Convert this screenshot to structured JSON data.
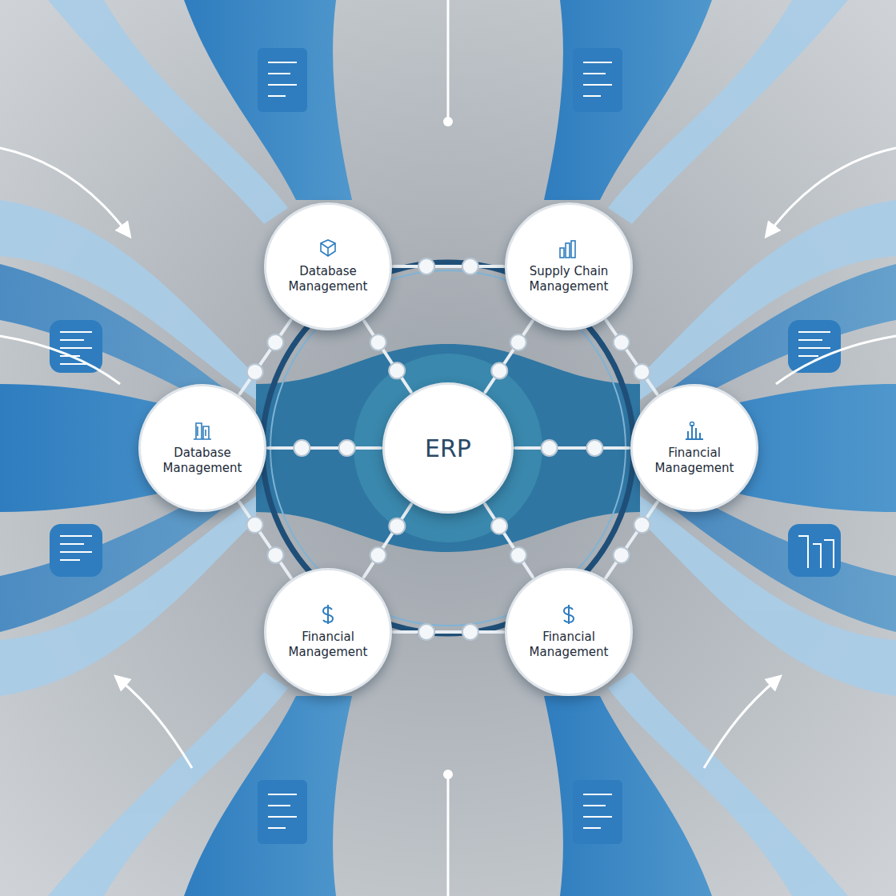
{
  "diagram": {
    "nodes": [
      {
        "text": [
          "Database Management"
        ]
      },
      {
        "text": [
          "Supply Chain Management"
        ]
      },
      {
        "text": [
          "Database Management"
        ]
      },
      {
        "text": [
          "ERP"
        ]
      },
      {
        "text": [
          "Financial Management"
        ]
      },
      {
        "text": [
          "Financial Management"
        ]
      },
      {
        "text": [
          "Financial Management"
        ]
      }
    ],
    "edges": [
      {
        "from": 0,
        "to": 1,
        "arrow": "none"
      },
      {
        "from": 0,
        "to": 2,
        "arrow": "none"
      },
      {
        "from": 1,
        "to": 4,
        "arrow": "none"
      },
      {
        "from": 2,
        "to": 5,
        "arrow": "none"
      },
      {
        "from": 4,
        "to": 6,
        "arrow": "none"
      },
      {
        "from": 5,
        "to": 6,
        "arrow": "none"
      },
      {
        "from": 0,
        "to": 3,
        "arrow": "none"
      },
      {
        "from": 1,
        "to": 3,
        "arrow": "none"
      },
      {
        "from": 2,
        "to": 3,
        "arrow": "none"
      },
      {
        "from": 3,
        "to": 4,
        "arrow": "none"
      },
      {
        "from": 3,
        "to": 5,
        "arrow": "none"
      },
      {
        "from": 3,
        "to": 6,
        "arrow": "none"
      }
    ]
  }
}
